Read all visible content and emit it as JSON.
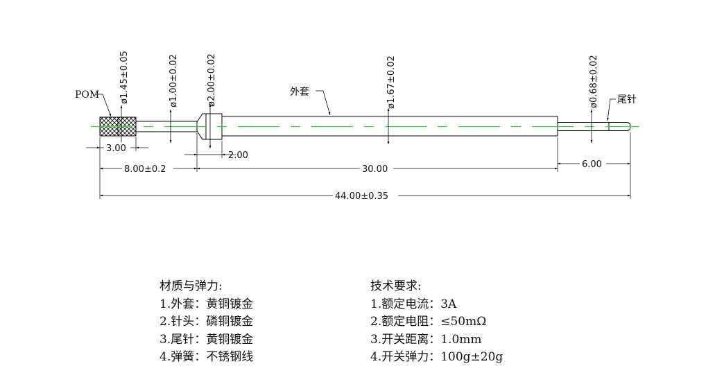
{
  "drawing": {
    "callouts": {
      "pom": "POM",
      "sleeve": "外套",
      "tail_pin": "尾针"
    },
    "diameters": {
      "d145": "ø1.45±0.05",
      "d100": "ø1.00±0.02",
      "d200": "ø2.00±0.02",
      "d167": "ø1.67±0.02",
      "d068": "ø0.68±0.02"
    },
    "lengths": {
      "l300": "3.00",
      "l200": "2.00",
      "l800": "8.00±0.2",
      "l3000": "30.00",
      "l600": "6.00",
      "l4400": "44.00±0.35"
    },
    "colors": {
      "centerline": "#33dd33",
      "line": "#000000"
    }
  },
  "notes": {
    "materials": {
      "title": "材质与弹力:",
      "items": [
        "1.外套：黄铜镀金",
        "2.针头：磷铜镀金",
        "3.尾针：黄铜镀金",
        "4.弹簧：不锈钢线"
      ]
    },
    "technical": {
      "title": "技术要求:",
      "items": [
        "1.额定电流：3A",
        "2.额定电阻：≤50mΩ",
        "3.开关距离：1.0mm",
        "4.开关弹力：100g±20g"
      ]
    }
  }
}
